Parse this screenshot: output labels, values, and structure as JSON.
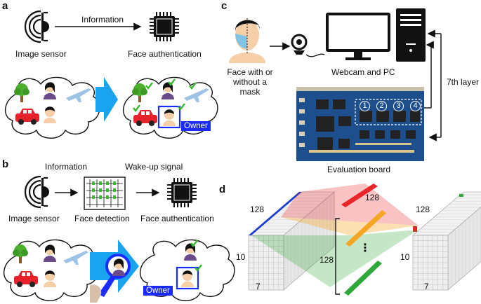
{
  "panels": {
    "a": "a",
    "b": "b",
    "c": "c",
    "d": "d"
  },
  "panel_a": {
    "arrow_label": "Information",
    "sensor_label": "Image sensor",
    "auth_label": "Face authentication",
    "owner_label": "Owner"
  },
  "panel_b": {
    "info_label": "Information",
    "wakeup_label": "Wake-up signal",
    "sensor_label": "Image sensor",
    "detection_label": "Face detection",
    "auth_label": "Face authentication",
    "owner_label": "Owner"
  },
  "panel_c": {
    "face_label_1": "Face with or",
    "face_label_2": "without a mask",
    "webcam_label": "Webcam and PC",
    "layer_label": "7th layer",
    "board_label": "Evaluation board",
    "board_slots": [
      "1",
      "2",
      "3",
      "4"
    ]
  },
  "panel_d": {
    "left_depth": "128",
    "left_height": "10",
    "left_width": "7",
    "right_depth": "128",
    "right_height": "10",
    "right_width": "7",
    "filter_count": "128",
    "filter_top": "128",
    "ellipsis": "⋮"
  },
  "colors": {
    "arrow_blue": "#1aa3ee",
    "owner_blue": "#1a2bff",
    "check_green": "#3bb82f",
    "car_red": "#e8222a",
    "pcb_blue": "#1d4f8c",
    "red_cube": "#e8262a",
    "orange_cube": "#f5a623",
    "green_cube": "#2ea83a",
    "blue_cube": "#1a3fd0"
  }
}
